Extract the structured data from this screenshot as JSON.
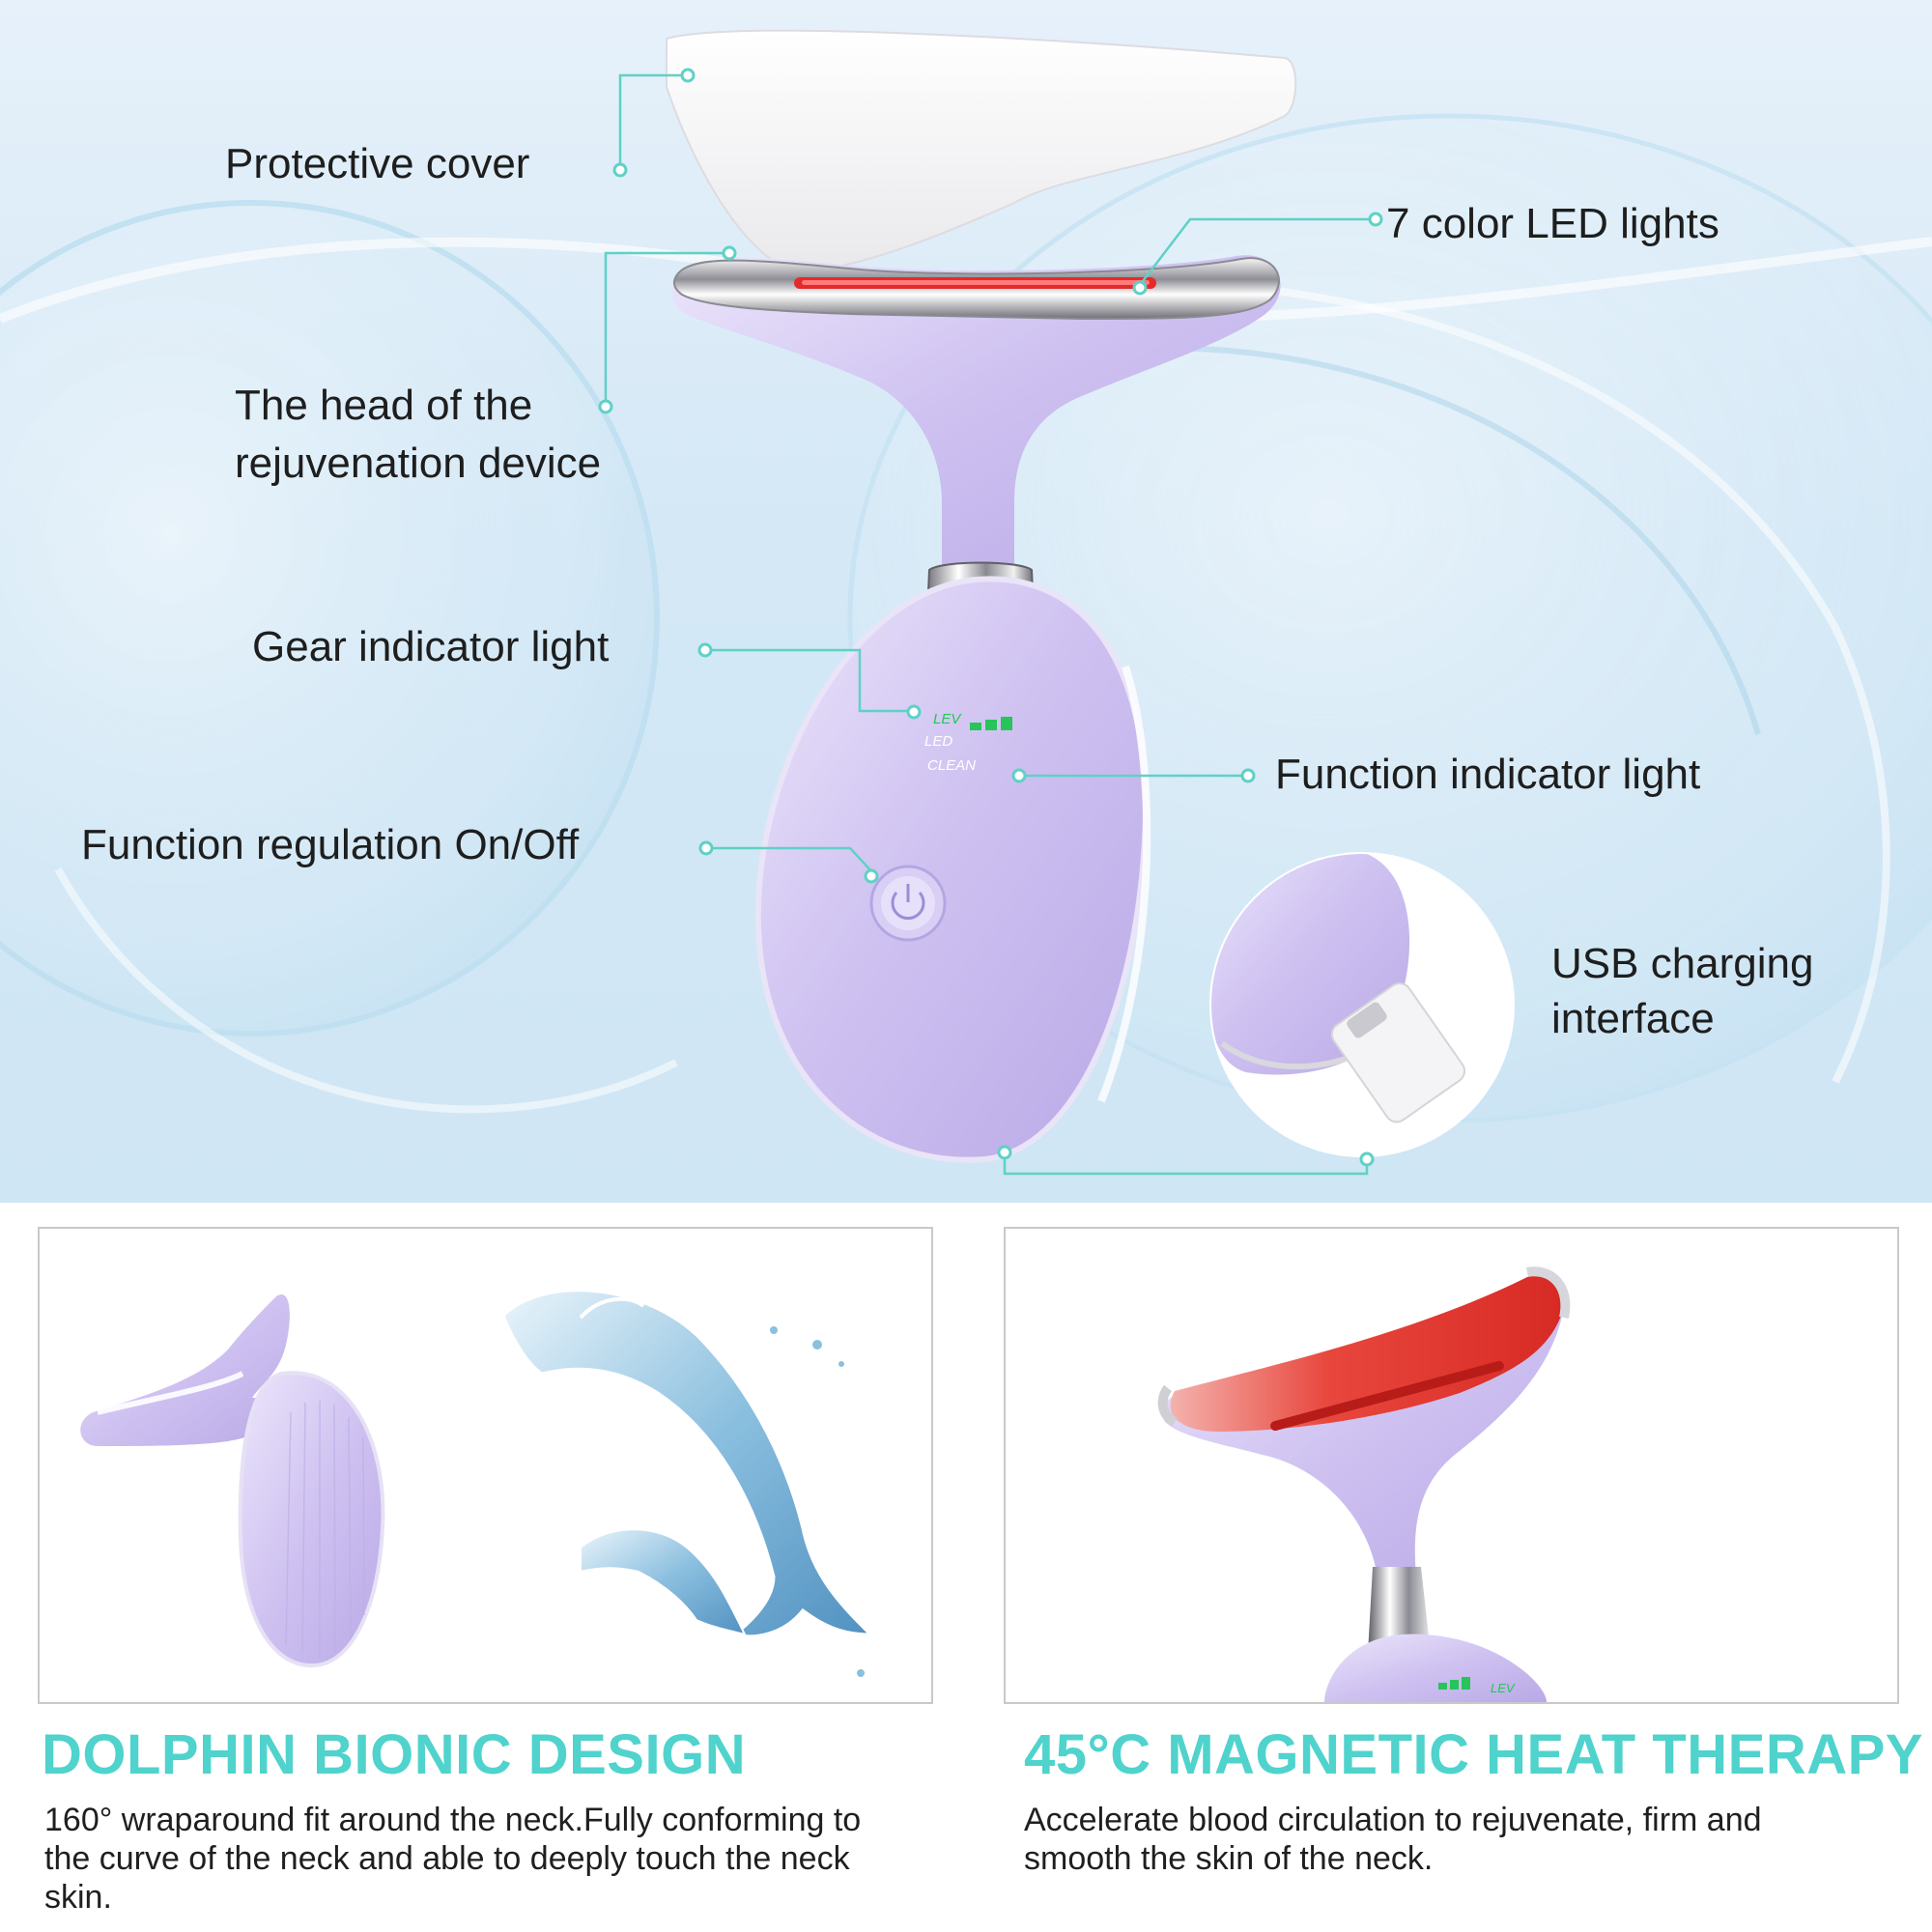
{
  "hero": {
    "callouts": {
      "protective_cover": "Protective cover",
      "led_lights": "7 color LED lights",
      "head_line1": "The head of the",
      "head_line2": "rejuvenation device",
      "gear_indicator": "Gear indicator light",
      "function_indicator": "Function indicator light",
      "function_regulation": "Function regulation On/Off",
      "usb_line1": "USB charging",
      "usb_line2": "interface"
    },
    "device_markings": {
      "lev": "LEV",
      "led": "LED",
      "clean": "CLEAN"
    },
    "accent_color": "#5fd1c6",
    "device_color": "#cdbff0",
    "led_color": "#e52a2a"
  },
  "features": [
    {
      "heading": "DOLPHIN BIONIC DESIGN",
      "description": "160° wraparound fit around the neck.Fully conforming to the curve of the neck and able to deeply touch the neck skin."
    },
    {
      "heading": "45°C MAGNETIC HEAT THERAPY",
      "description": "Accelerate blood circulation to rejuvenate, firm and smooth the skin of the neck.",
      "device_marking": "LEV"
    }
  ],
  "heading_color": "#4fd3cc"
}
